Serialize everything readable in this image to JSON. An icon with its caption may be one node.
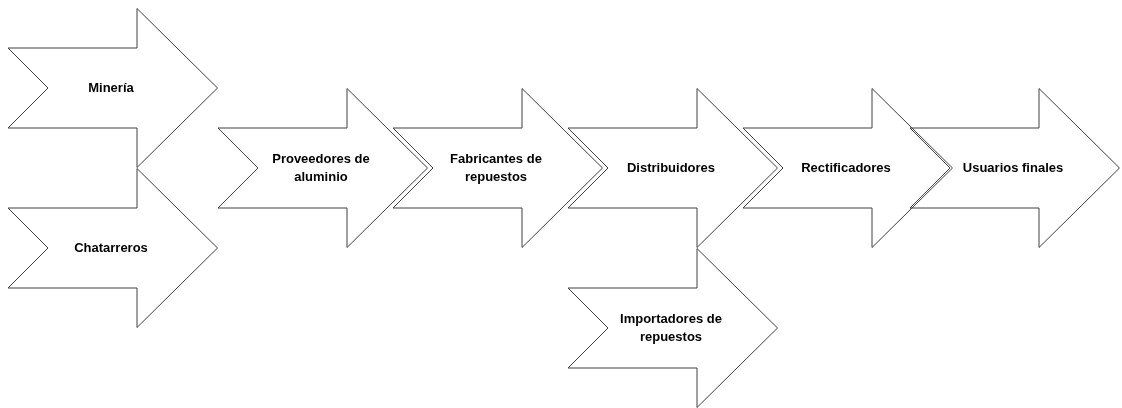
{
  "diagram": {
    "nodes": [
      {
        "text": [
          "Minería"
        ]
      },
      {
        "text": [
          "Chatarreros"
        ]
      },
      {
        "text": [
          "Proveedores de aluminio"
        ]
      },
      {
        "text": [
          "Fabricantes de repuestos"
        ]
      },
      {
        "text": [
          "Distribuidores"
        ]
      },
      {
        "text": [
          "Importadores de repuestos"
        ]
      },
      {
        "text": [
          "Rectificadores"
        ]
      },
      {
        "text": [
          "Usuarios finales"
        ]
      }
    ]
  }
}
